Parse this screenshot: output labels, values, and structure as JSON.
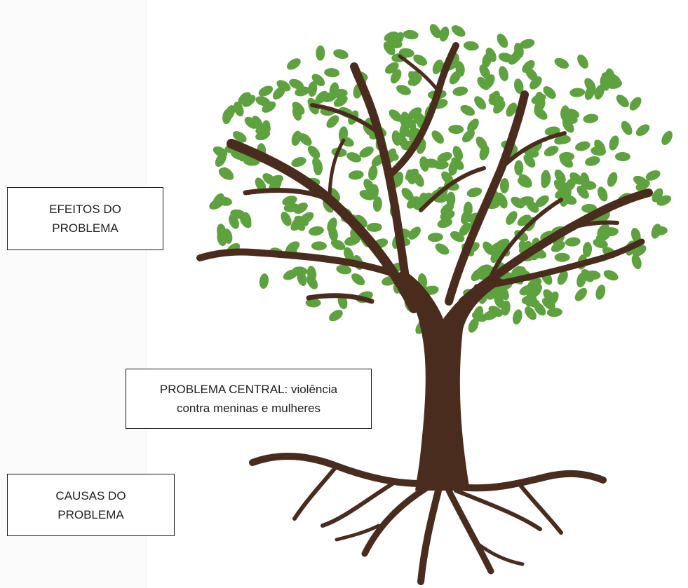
{
  "diagram": {
    "kind": "problem-tree",
    "colors": {
      "trunk": "#4a2c1e",
      "leaf": "#5ea13f",
      "box_border": "#1a1a1a",
      "text": "#1f1f1f"
    },
    "labels": {
      "effects": "EFEITOS DO\nPROBLEMA",
      "central": "PROBLEMA CENTRAL: violência\ncontra meninas e mulheres",
      "causes": "CAUSAS DO\nPROBLEMA"
    }
  }
}
